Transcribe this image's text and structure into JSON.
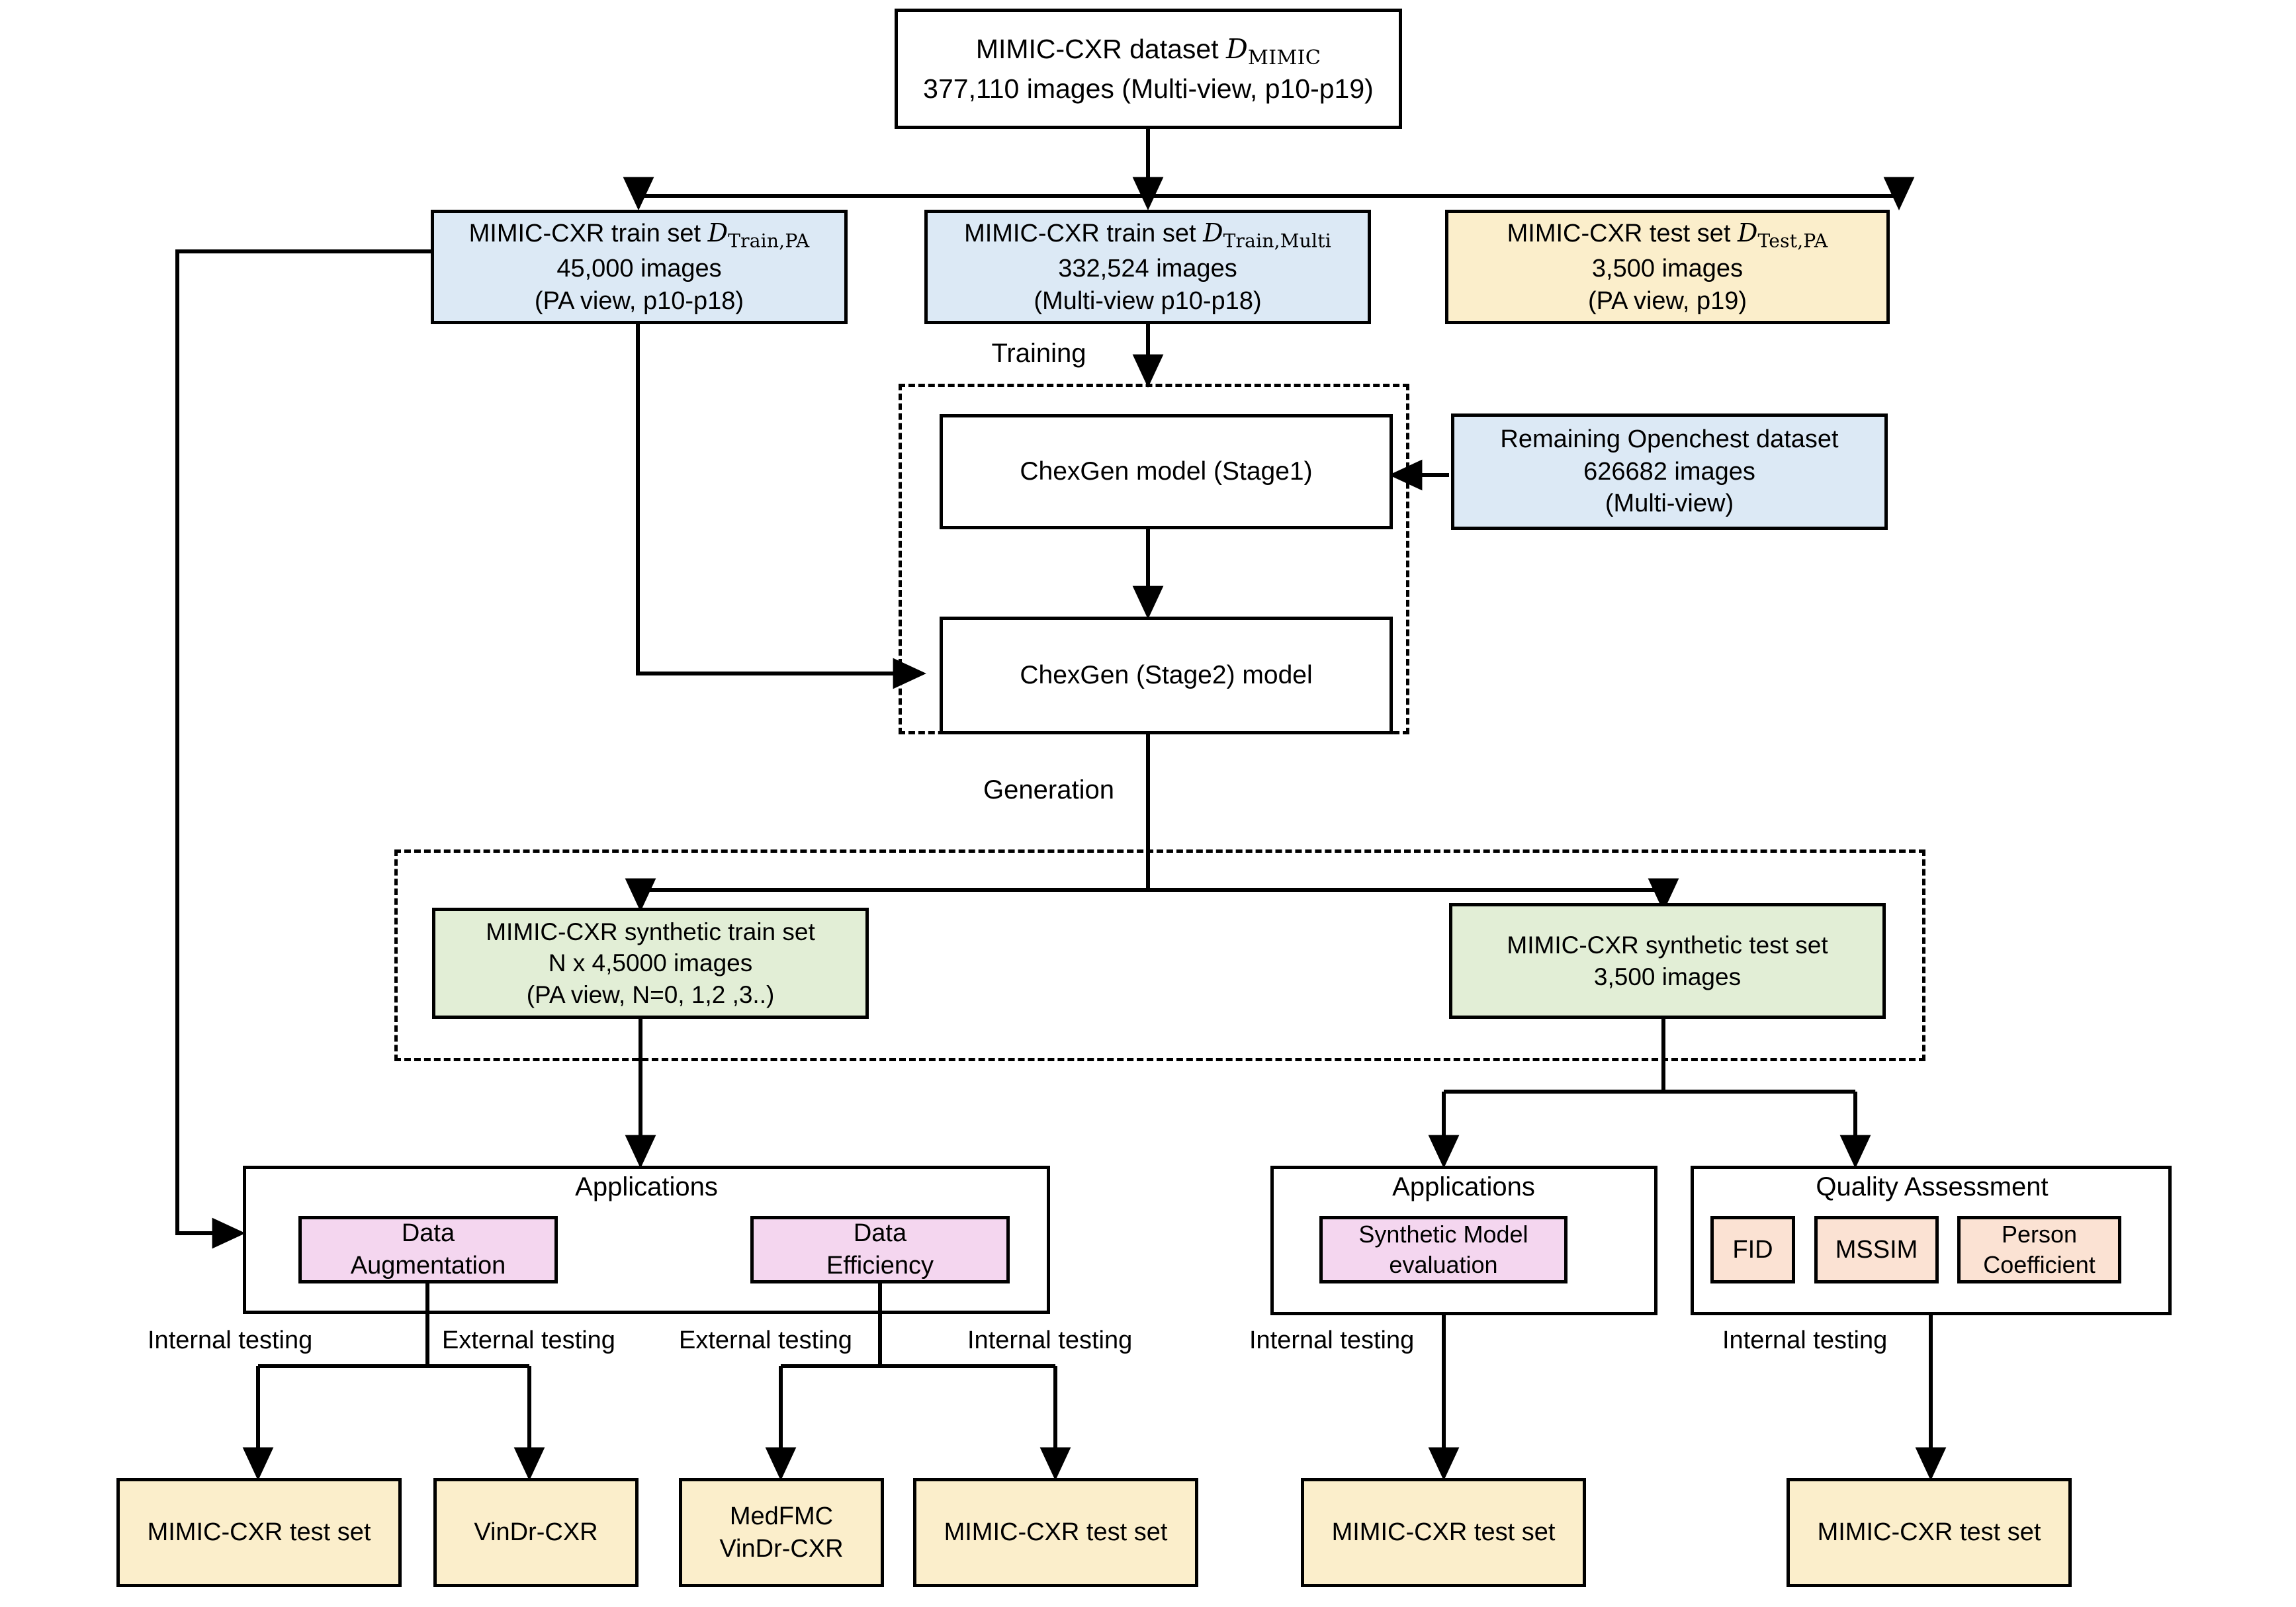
{
  "diagram": {
    "title": "ChexGen synthetic chest X-ray data generation and evaluation pipeline",
    "colors": {
      "source_blue": "#dce9f5",
      "test_yellow": "#fbeecb",
      "synthetic_green": "#e2eed6",
      "application_pink": "#f4d6ef",
      "metric_peach": "#fbe2d3",
      "stroke": "#000000",
      "background": "#ffffff"
    }
  },
  "nodes": {
    "mimic_dataset": {
      "line1_a": "MIMIC-CXR dataset ",
      "line1_sym": "D",
      "line1_sub": "MIMIC",
      "line2": "377,110 images (Multi-view, p10-p19)"
    },
    "train_pa": {
      "line1_a": "MIMIC-CXR train set ",
      "line1_sym": "D",
      "line1_sub": "Train,PA",
      "line2": "45,000 images",
      "line3": "(PA view, p10-p18)"
    },
    "train_multi": {
      "line1_a": "MIMIC-CXR train set ",
      "line1_sym": "D",
      "line1_sub": "Train,Multi",
      "line2": "332,524 images",
      "line3": "(Multi-view p10-p18)"
    },
    "test_pa": {
      "line1_a": "MIMIC-CXR test set ",
      "line1_sym": "D",
      "line1_sub": "Test,PA",
      "line2": "3,500 images",
      "line3": "(PA view, p19)"
    },
    "chexgen_stage1": {
      "label": "ChexGen model (Stage1)"
    },
    "chexgen_stage2": {
      "label": "ChexGen (Stage2) model"
    },
    "openchest": {
      "line1": "Remaining Openchest dataset",
      "line2": "626682 images",
      "line3": "(Multi-view)"
    },
    "synthetic_train": {
      "line1": "MIMIC-CXR synthetic train set",
      "line2": "N x 4,5000 images",
      "line3": "(PA view, N=0, 1,2 ,3..)"
    },
    "synthetic_test": {
      "line1": "MIMIC-CXR synthetic test set",
      "line2": "3,500 images"
    },
    "data_augmentation": {
      "line1": "Data",
      "line2": "Augmentation"
    },
    "data_efficiency": {
      "line1": "Data",
      "line2": "Efficiency"
    },
    "synthetic_model_evaluation": {
      "line1": "Synthetic Model",
      "line2": "evaluation"
    },
    "fid": {
      "label": "FID"
    },
    "mssim": {
      "label": "MSSIM"
    },
    "person_coefficient": {
      "line1": "Person",
      "line2": "Coefficient"
    },
    "leaf_mimic_test_1": {
      "label": "MIMIC-CXR test set"
    },
    "leaf_vindr": {
      "label": "VinDr-CXR"
    },
    "leaf_medfmc": {
      "line1": "MedFMC",
      "line2": "VinDr-CXR"
    },
    "leaf_mimic_test_2": {
      "label": "MIMIC-CXR test set"
    },
    "leaf_mimic_test_3": {
      "label": "MIMIC-CXR test set"
    },
    "leaf_mimic_test_4": {
      "label": "MIMIC-CXR test set"
    }
  },
  "groups": {
    "training_box": {
      "title": "Training"
    },
    "generation_box": {
      "title": "Generation"
    },
    "applications_left": {
      "title": "Applications"
    },
    "applications_right": {
      "title": "Applications"
    },
    "quality_assessment": {
      "title": "Quality Assessment"
    }
  },
  "edge_labels": [
    {
      "id": "internal-testing-1",
      "text": "Internal testing"
    },
    {
      "id": "external-testing-1",
      "text": "External testing"
    },
    {
      "id": "external-testing-2",
      "text": "External testing"
    },
    {
      "id": "internal-testing-2",
      "text": "Internal testing"
    },
    {
      "id": "internal-testing-3",
      "text": "Internal testing"
    },
    {
      "id": "internal-testing-4",
      "text": "Internal testing"
    }
  ],
  "chart_data": {
    "type": "diagram",
    "title": "ChexGen synthetic data pipeline flowchart",
    "edges": [
      {
        "from": "mimic_dataset",
        "to": "train_pa"
      },
      {
        "from": "mimic_dataset",
        "to": "train_multi"
      },
      {
        "from": "mimic_dataset",
        "to": "test_pa"
      },
      {
        "from": "train_multi",
        "to": "chexgen_stage1",
        "label": "Training"
      },
      {
        "from": "openchest",
        "to": "chexgen_stage1"
      },
      {
        "from": "chexgen_stage1",
        "to": "chexgen_stage2"
      },
      {
        "from": "train_pa",
        "to": "chexgen_stage2"
      },
      {
        "from": "chexgen_stage2",
        "to": "synthetic_train",
        "label": "Generation"
      },
      {
        "from": "chexgen_stage2",
        "to": "synthetic_test",
        "label": "Generation"
      },
      {
        "from": "synthetic_train",
        "to": "applications_left"
      },
      {
        "from": "train_pa",
        "to": "data_augmentation"
      },
      {
        "from": "synthetic_test",
        "to": "applications_right"
      },
      {
        "from": "synthetic_test",
        "to": "quality_assessment"
      },
      {
        "from": "data_augmentation",
        "to": "leaf_mimic_test_1",
        "label": "Internal testing"
      },
      {
        "from": "data_augmentation",
        "to": "leaf_vindr",
        "label": "External testing"
      },
      {
        "from": "data_efficiency",
        "to": "leaf_medfmc",
        "label": "External testing"
      },
      {
        "from": "data_efficiency",
        "to": "leaf_mimic_test_2",
        "label": "Internal testing"
      },
      {
        "from": "applications_right",
        "to": "leaf_mimic_test_3",
        "label": "Internal testing"
      },
      {
        "from": "quality_assessment",
        "to": "leaf_mimic_test_4",
        "label": "Internal testing"
      }
    ]
  }
}
